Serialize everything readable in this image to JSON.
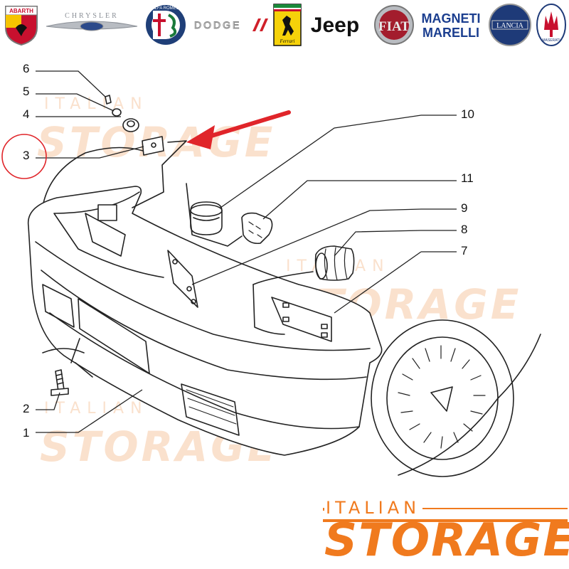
{
  "brands": [
    {
      "name": "abarth",
      "text": "ABARTH"
    },
    {
      "name": "chrysler",
      "text": "CHRYSLER"
    },
    {
      "name": "alfa-romeo",
      "text": "ALFA ROMEO"
    },
    {
      "name": "dodge",
      "text": "DODGE"
    },
    {
      "name": "ferrari",
      "text": "Ferrari"
    },
    {
      "name": "jeep",
      "text": "Jeep"
    },
    {
      "name": "fiat",
      "text": "FIAT"
    },
    {
      "name": "magneti-marelli",
      "text": "MAGNETI MARELLI"
    },
    {
      "name": "lancia",
      "text": "LANCIA"
    },
    {
      "name": "maserati",
      "text": "MASERATI"
    }
  ],
  "callouts": {
    "c1": "1",
    "c2": "2",
    "c3": "3",
    "c4": "4",
    "c5": "5",
    "c6": "6",
    "c7": "7",
    "c8": "8",
    "c9": "9",
    "c10": "10",
    "c11": "11"
  },
  "watermark": {
    "small": "ITALIAN",
    "big": "STORAGE"
  },
  "logo": {
    "small": "ITALIAN",
    "big": "STORAGE"
  },
  "colors": {
    "accent": "#f07a1e",
    "highlight": "#e0252a",
    "line": "#222222"
  }
}
